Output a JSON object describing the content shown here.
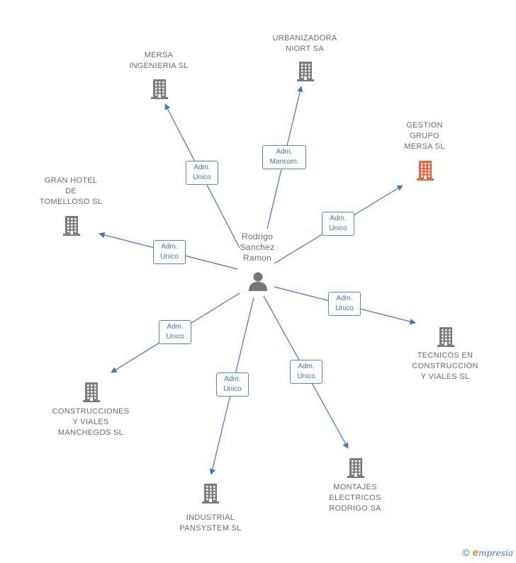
{
  "center": {
    "lines": [
      "Rodrigo",
      "Sanchez",
      "Ramon"
    ],
    "icon": "person-icon"
  },
  "companies": [
    {
      "id": "urbanizadora",
      "lines": [
        "URBANIZADORA",
        "NIORT SA"
      ],
      "icon": "building-icon",
      "color": "#7b7b7b",
      "relation": [
        "Adm.",
        "Mancom."
      ]
    },
    {
      "id": "mersa-ingenieria",
      "lines": [
        "MERSA",
        "INGENIERIA SL"
      ],
      "icon": "building-icon",
      "color": "#7b7b7b",
      "relation": [
        "Adm.",
        "Unico"
      ]
    },
    {
      "id": "gestion-grupo",
      "lines": [
        "GESTION",
        "GRUPO",
        "MERSA SL"
      ],
      "icon": "building-icon",
      "color": "#f0633a",
      "relation": [
        "Adm.",
        "Unico"
      ]
    },
    {
      "id": "gran-hotel",
      "lines": [
        "GRAN HOTEL",
        "DE",
        "TOMELLOSO SL"
      ],
      "icon": "building-icon",
      "color": "#7b7b7b",
      "relation": [
        "Adm.",
        "Unico"
      ]
    },
    {
      "id": "tecnicos",
      "lines": [
        "TECNICOS EN",
        "CONSTRUCCION",
        "Y VIALES SL"
      ],
      "icon": "building-icon",
      "color": "#7b7b7b",
      "relation": [
        "Adm.",
        "Unico"
      ]
    },
    {
      "id": "construcciones",
      "lines": [
        "CONSTRUCCIONES",
        "Y VIALES",
        "MANCHEGOS SL"
      ],
      "icon": "building-icon",
      "color": "#7b7b7b",
      "relation": [
        "Adm.",
        "Unico"
      ]
    },
    {
      "id": "industrial",
      "lines": [
        "INDUSTRIAL",
        "PANSYSTEM SL"
      ],
      "icon": "building-icon",
      "color": "#7b7b7b",
      "relation": [
        "Adm.",
        "Unico"
      ]
    },
    {
      "id": "montajes",
      "lines": [
        "MONTAJES",
        "ELECTRICOS",
        "RODRIGO SA"
      ],
      "icon": "building-icon",
      "color": "#7b7b7b",
      "relation": [
        "Adm.",
        "Unico"
      ]
    }
  ],
  "colors": {
    "edge": "#3a78c8",
    "label_border": "#4a8ad6",
    "text": "#6b6b6b"
  },
  "footer": {
    "copyright": "©",
    "brand_initial": "e",
    "brand_rest": "mpresia"
  }
}
